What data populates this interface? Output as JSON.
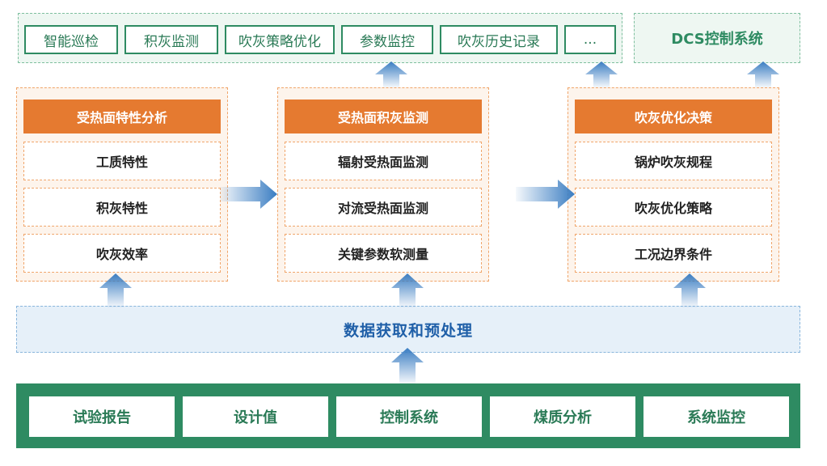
{
  "top_functions": [
    "智能巡检",
    "积灰监测",
    "吹灰策略优化",
    "参数监控",
    "吹灰历史记录",
    "..."
  ],
  "dcs": "DCS控制系统",
  "panels": [
    {
      "title": "受热面特性分析",
      "items": [
        "工质特性",
        "积灰特性",
        "吹灰效率"
      ]
    },
    {
      "title": "受热面积灰监测",
      "items": [
        "辐射受热面监测",
        "对流受热面监测",
        "关键参数软测量"
      ]
    },
    {
      "title": "吹灰优化决策",
      "items": [
        "锅炉吹灰规程",
        "吹灰优化策略",
        "工况边界条件"
      ]
    }
  ],
  "data_layer": "数据获取和预处理",
  "sources": [
    "试验报告",
    "设计值",
    "控制系统",
    "煤质分析",
    "系统监控"
  ],
  "colors": {
    "green": "#2e8b62",
    "orange": "#e57a30",
    "blue_arrow": "#3a7dc2",
    "blue_text": "#1f5fa8"
  }
}
